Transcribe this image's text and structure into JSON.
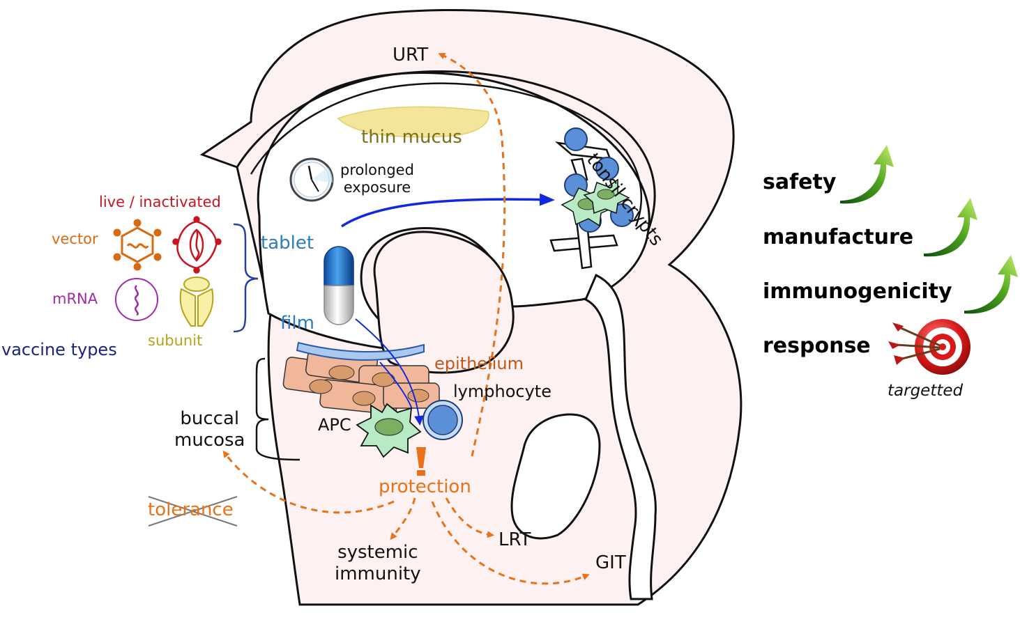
{
  "labels": {
    "urt": "URT",
    "thin_mucus": "thin mucus",
    "tonsil_crypts": "tonsil crypts",
    "prolonged_exposure": "prolonged\nexposure",
    "tablet": "tablet",
    "film": "film",
    "epithelium": "epithelium",
    "lymphocyte": "lymphocyte",
    "apc": "APC",
    "buccal_mucosa": "buccal\nmucosa",
    "protection": "protection",
    "tolerance": "tolerance",
    "systemic_immunity": "systemic\nimmunity",
    "lrt": "LRT",
    "git": "GIT"
  },
  "vaccine_types": {
    "title": "vaccine types",
    "live_inactivated": "live / inactivated",
    "vector": "vector",
    "mrna": "mRNA",
    "subunit": "subunit"
  },
  "benefits": {
    "items": [
      "safety",
      "manufacture",
      "immunogenicity",
      "response"
    ],
    "response_note": "targetted"
  },
  "colors": {
    "tissue_fill": "#fdf1f1",
    "outline": "#111111",
    "orange": "#e8711a",
    "blue_arrow": "#1028e0",
    "dark_blue": "#1a237e",
    "tablet_blue": "#2c7bbf",
    "epithelium_text": "#c0581a",
    "cell_fill": "#f1b79b",
    "nucleus": "#d99a6c",
    "apc_fill": "#b8ebc5",
    "apc_nucleus": "#7bb062",
    "lymph_fill": "#a9c9ef",
    "lymph_core": "#5b8fd6",
    "mucus": "#f3e59a",
    "mucus_text": "#7a7018",
    "vector_orange": "#d86a10",
    "live_red": "#c8141e",
    "mrna_purple": "#a12aa6",
    "subunit_gold": "#b8a21c",
    "arrow_green": "#3c9a18"
  },
  "icons": {
    "clock": "clock-icon",
    "vector_virus": "vector-virus-icon",
    "live_virus": "live-virus-icon",
    "mrna_particle": "mrna-icon",
    "subunit_protein": "subunit-protein-icon",
    "tablet_capsule": "capsule-icon",
    "target": "target-icon",
    "up_arrow": "up-arrow-icon"
  }
}
